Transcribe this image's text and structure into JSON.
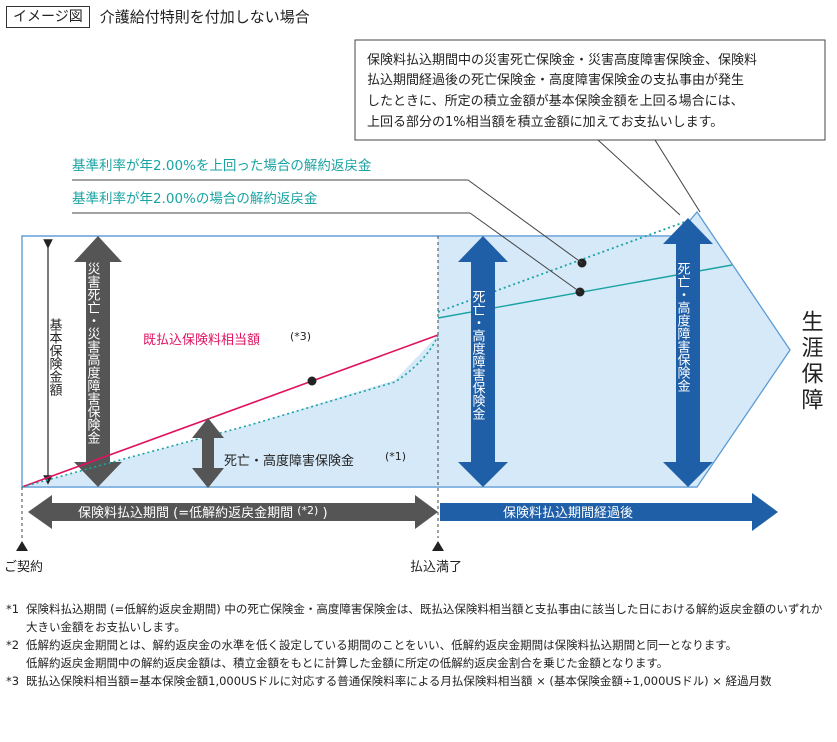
{
  "header": {
    "tag": "イメージ図",
    "title": "介護給付特則を付加しない場合"
  },
  "callout": {
    "lines": [
      "保険料払込期間中の災害死亡保険金・災害高度障害保険金、保険料",
      "払込期間経過後の死亡保険金・高度障害保険金の支払事由が発生",
      "したときに、所定の積立金額が基本保険金額を上回る場合には、",
      "上回る部分の1%相当額を積立金額に加えてお支払いします。"
    ]
  },
  "labels": {
    "above_rate": "基準利率が年2.00%を上回った場合の解約返戻金",
    "at_rate": "基準利率が年2.00%の場合の解約返戻金",
    "premiums_paid": "既払込保険料相当額",
    "premiums_paid_ref": "(*3)",
    "death_benefit_paying": "死亡・高度障害保険金",
    "death_benefit_paying_ref": "(*1)",
    "basic_amount": "基本保険金額",
    "disaster_arrow": "災害死亡・災害高度障害保険金",
    "death_arrow_1": "死亡・高度障害保険金",
    "death_arrow_2": "死亡・高度障害保険金",
    "lifetime": "生涯保障",
    "paying_period": "保険料払込期間 (=低解約返戻金期間",
    "paying_period_ref": "(*2)",
    "paying_period_close": ")",
    "after_period": "保険料払込期間経過後",
    "contract": "ご契約",
    "paid_up": "払込満了"
  },
  "notes": [
    {
      "mark": "*1",
      "text": "保険料払込期間 (=低解約返戻金期間) 中の死亡保険金・高度障害保険金は、既払込保険料相当額と支払事由に該当した日における解約返戻金額のいずれか大きい金額をお支払いします。"
    },
    {
      "mark": "*2",
      "text": "低解約返戻金期間とは、解約返戻金の水準を低く設定している期間のことをいい、低解約返戻金期間は保険料払込期間と同一となります。"
    },
    {
      "mark": "",
      "text": "低解約返戻金期間中の解約返戻金額は、積立金額をもとに計算した金額に所定の低解約返戻金割合を乗じた金額となります。"
    },
    {
      "mark": "*3",
      "text": "既払込保険料相当額=基本保険金額1,000USドルに対応する普通保険料率による月払保険料相当額 × (基本保険金額÷1,000USドル) × 経過月数"
    }
  ],
  "colors": {
    "border": "#5b9bd5",
    "fill": "#d6e9f8",
    "dark_arrow": "#555555",
    "blue_arrow": "#1f5fa8",
    "pink": "#e0125f",
    "teal": "#1aa3a3"
  }
}
